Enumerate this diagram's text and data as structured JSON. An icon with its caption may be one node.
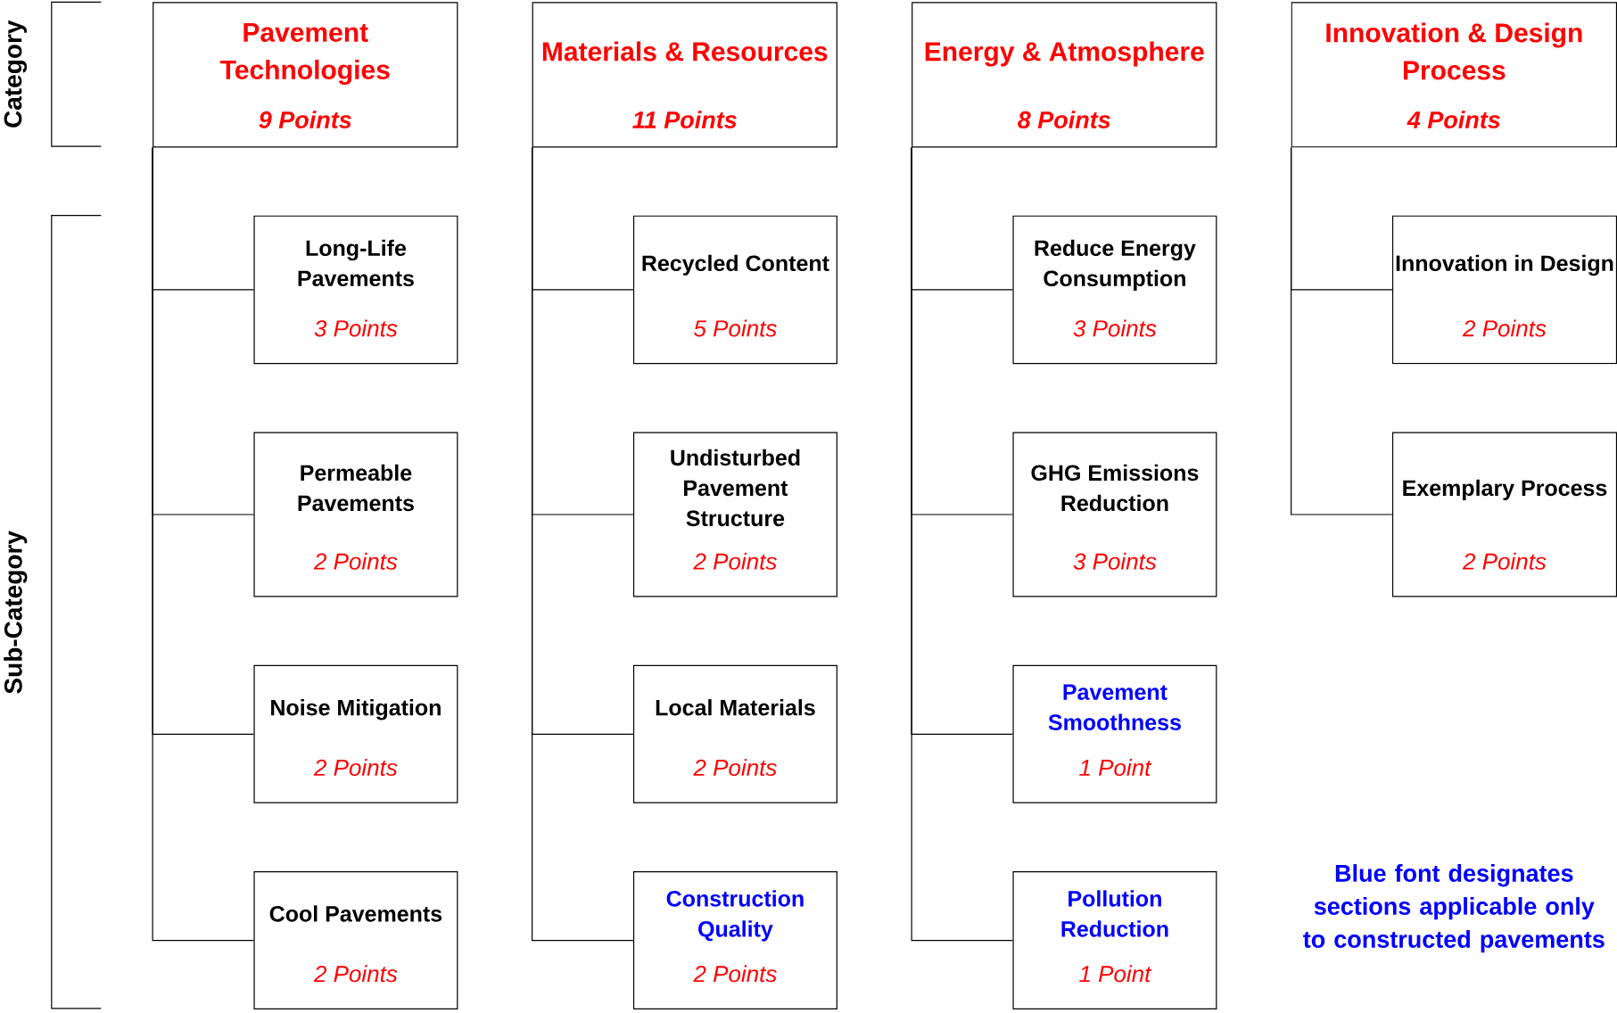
{
  "diagram": {
    "nodes": [
      {
        "text": [
          "Pavement Technologies",
          "9 Points"
        ]
      },
      {
        "text": [
          "Materials & Resources",
          "11 Points"
        ]
      },
      {
        "text": [
          "Energy & Atmosphere",
          "8 Points"
        ]
      },
      {
        "text": [
          "Innovation & Design Process",
          "4 Points"
        ]
      },
      {
        "text": [
          "Long-Life Pavements",
          "3 Points"
        ]
      },
      {
        "text": [
          "Recycled Content",
          "5 Points"
        ]
      },
      {
        "text": [
          "Reduce Energy Consumption",
          "3 Points"
        ]
      },
      {
        "text": [
          "Innovation in Design",
          "2 Points"
        ]
      },
      {
        "text": [
          "Permeable Pavements",
          "2 Points"
        ]
      },
      {
        "text": [
          "Undisturbed Pavement Structure",
          "2 Points"
        ]
      },
      {
        "text": [
          "GHG Emissions Reduction",
          "3 Points"
        ]
      },
      {
        "text": [
          "Exemplary Process",
          "2 Points"
        ]
      },
      {
        "text": [
          "Noise Mitigation",
          "2 Points"
        ]
      },
      {
        "text": [
          "Local Materials",
          "2 Points"
        ]
      },
      {
        "text": [
          "Pavement Smoothness",
          "1 Point"
        ]
      },
      {
        "text": [
          "Cool Pavements",
          "2 Points"
        ]
      },
      {
        "text": [
          "Construction Quality",
          "2 Points"
        ]
      },
      {
        "text": [
          "Pollution Reduction",
          "1 Point"
        ]
      }
    ],
    "edges": [
      {
        "from": 0,
        "to": 4,
        "arrow": "none"
      },
      {
        "from": 0,
        "to": 8,
        "arrow": "none"
      },
      {
        "from": 0,
        "to": 12,
        "arrow": "none"
      },
      {
        "from": 0,
        "to": 15,
        "arrow": "none"
      },
      {
        "from": 1,
        "to": 5,
        "arrow": "none"
      },
      {
        "from": 1,
        "to": 9,
        "arrow": "none"
      },
      {
        "from": 1,
        "to": 13,
        "arrow": "none"
      },
      {
        "from": 1,
        "to": 16,
        "arrow": "none"
      },
      {
        "from": 2,
        "to": 6,
        "arrow": "none"
      },
      {
        "from": 2,
        "to": 10,
        "arrow": "none"
      },
      {
        "from": 2,
        "to": 14,
        "arrow": "none"
      },
      {
        "from": 2,
        "to": 17,
        "arrow": "none"
      },
      {
        "from": 3,
        "to": 7,
        "arrow": "none"
      },
      {
        "from": 3,
        "to": 11,
        "arrow": "none"
      }
    ],
    "labels": [
      "Category",
      "Sub-Category",
      "Blue font designates sections applicable only to constructed pavements"
    ]
  }
}
